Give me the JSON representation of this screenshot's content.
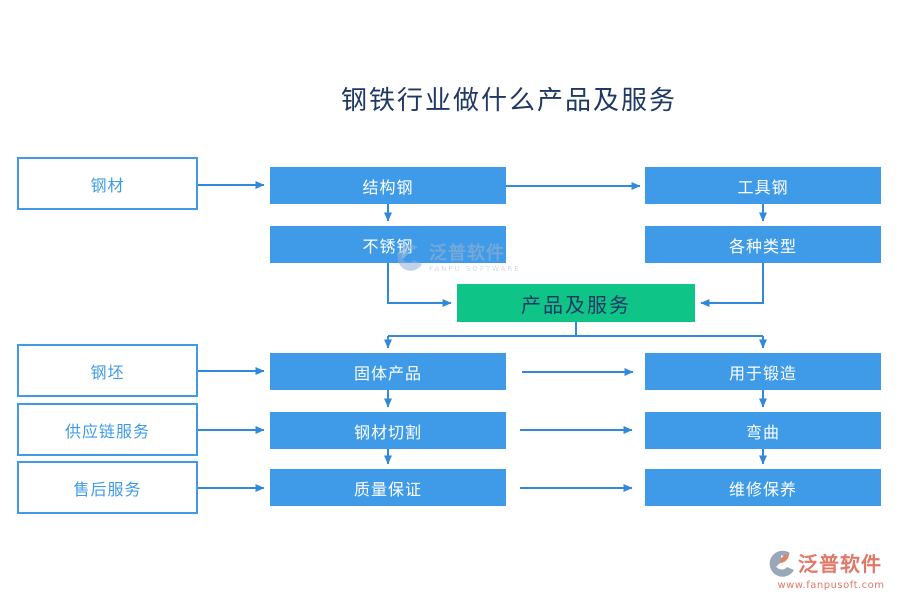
{
  "title": "钢铁行业做什么产品及服务",
  "colors": {
    "node_blue": "#3F9BE8",
    "node_green": "#0EC487",
    "arrow_blue": "#3389D9",
    "title_navy": "#1F3864",
    "logo_salmon": "#E0796A"
  },
  "nodes": {
    "left": [
      {
        "label": "钢材"
      },
      {
        "label": "钢坯"
      },
      {
        "label": "供应链服务"
      },
      {
        "label": "售后服务"
      }
    ],
    "middle": [
      {
        "label": "结构钢"
      },
      {
        "label": "不锈钢"
      },
      {
        "label": "固体产品"
      },
      {
        "label": "钢材切割"
      },
      {
        "label": "质量保证"
      }
    ],
    "right": [
      {
        "label": "工具钢"
      },
      {
        "label": "各种类型"
      },
      {
        "label": "用于锻造"
      },
      {
        "label": "弯曲"
      },
      {
        "label": "维修保养"
      }
    ],
    "center": {
      "label": "产品及服务"
    }
  },
  "watermark": {
    "name": "泛普软件",
    "subtitle": "FANPU SOFTWARE"
  },
  "footer_logo": {
    "name": "泛普软件",
    "website": "www.fanpusoft.com"
  }
}
